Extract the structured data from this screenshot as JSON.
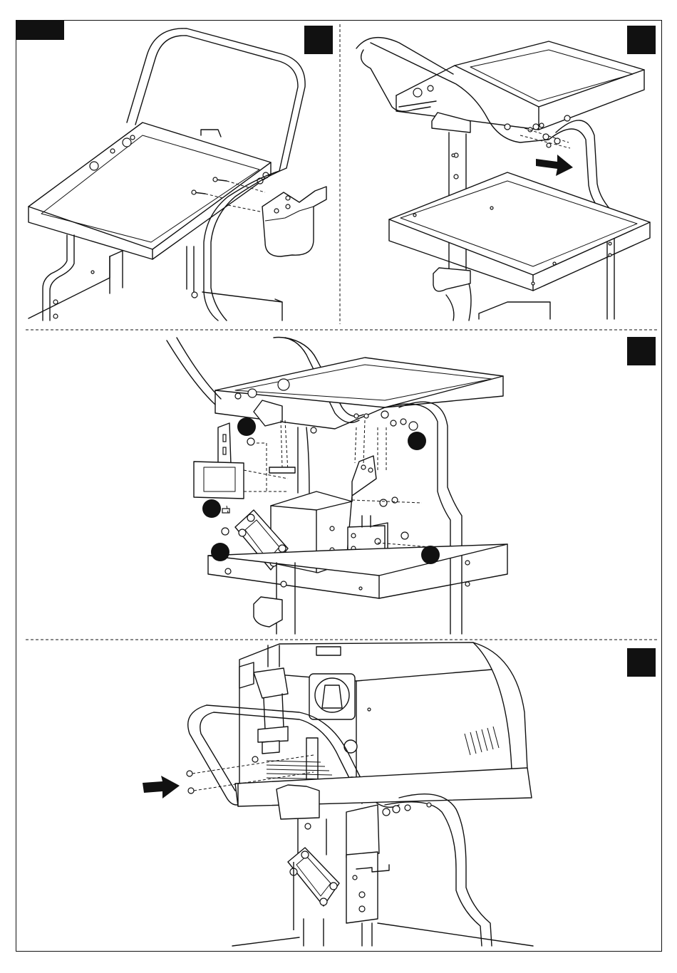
{
  "document": {
    "steps": [
      {
        "id": "step-1",
        "label": ""
      },
      {
        "id": "step-2",
        "label": ""
      },
      {
        "id": "step-3",
        "label": ""
      },
      {
        "id": "step-4",
        "label": ""
      }
    ],
    "callouts": [
      "",
      "",
      "",
      "",
      ""
    ],
    "colors": {
      "ink": "#111111",
      "paper": "#ffffff"
    }
  }
}
